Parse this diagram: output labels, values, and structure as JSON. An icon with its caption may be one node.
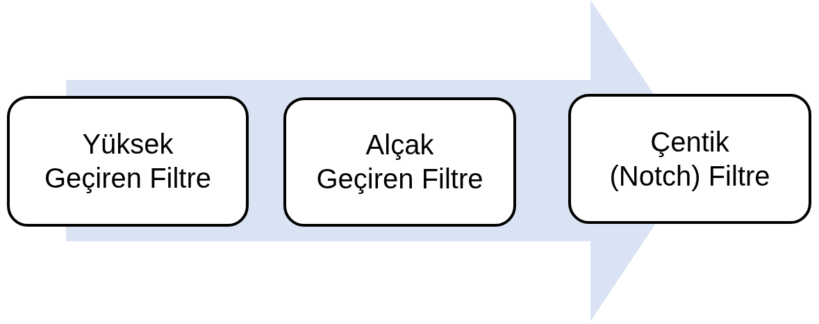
{
  "diagram": {
    "nodes": [
      {
        "text": [
          "Yüksek Geçiren Filtre"
        ]
      },
      {
        "text": [
          "Alçak Geçiren Filtre"
        ]
      },
      {
        "text": [
          "Çentik (Notch) Filtre"
        ]
      }
    ],
    "edges": [
      {
        "from": 0,
        "to": 2,
        "arrow": "to"
      }
    ]
  }
}
